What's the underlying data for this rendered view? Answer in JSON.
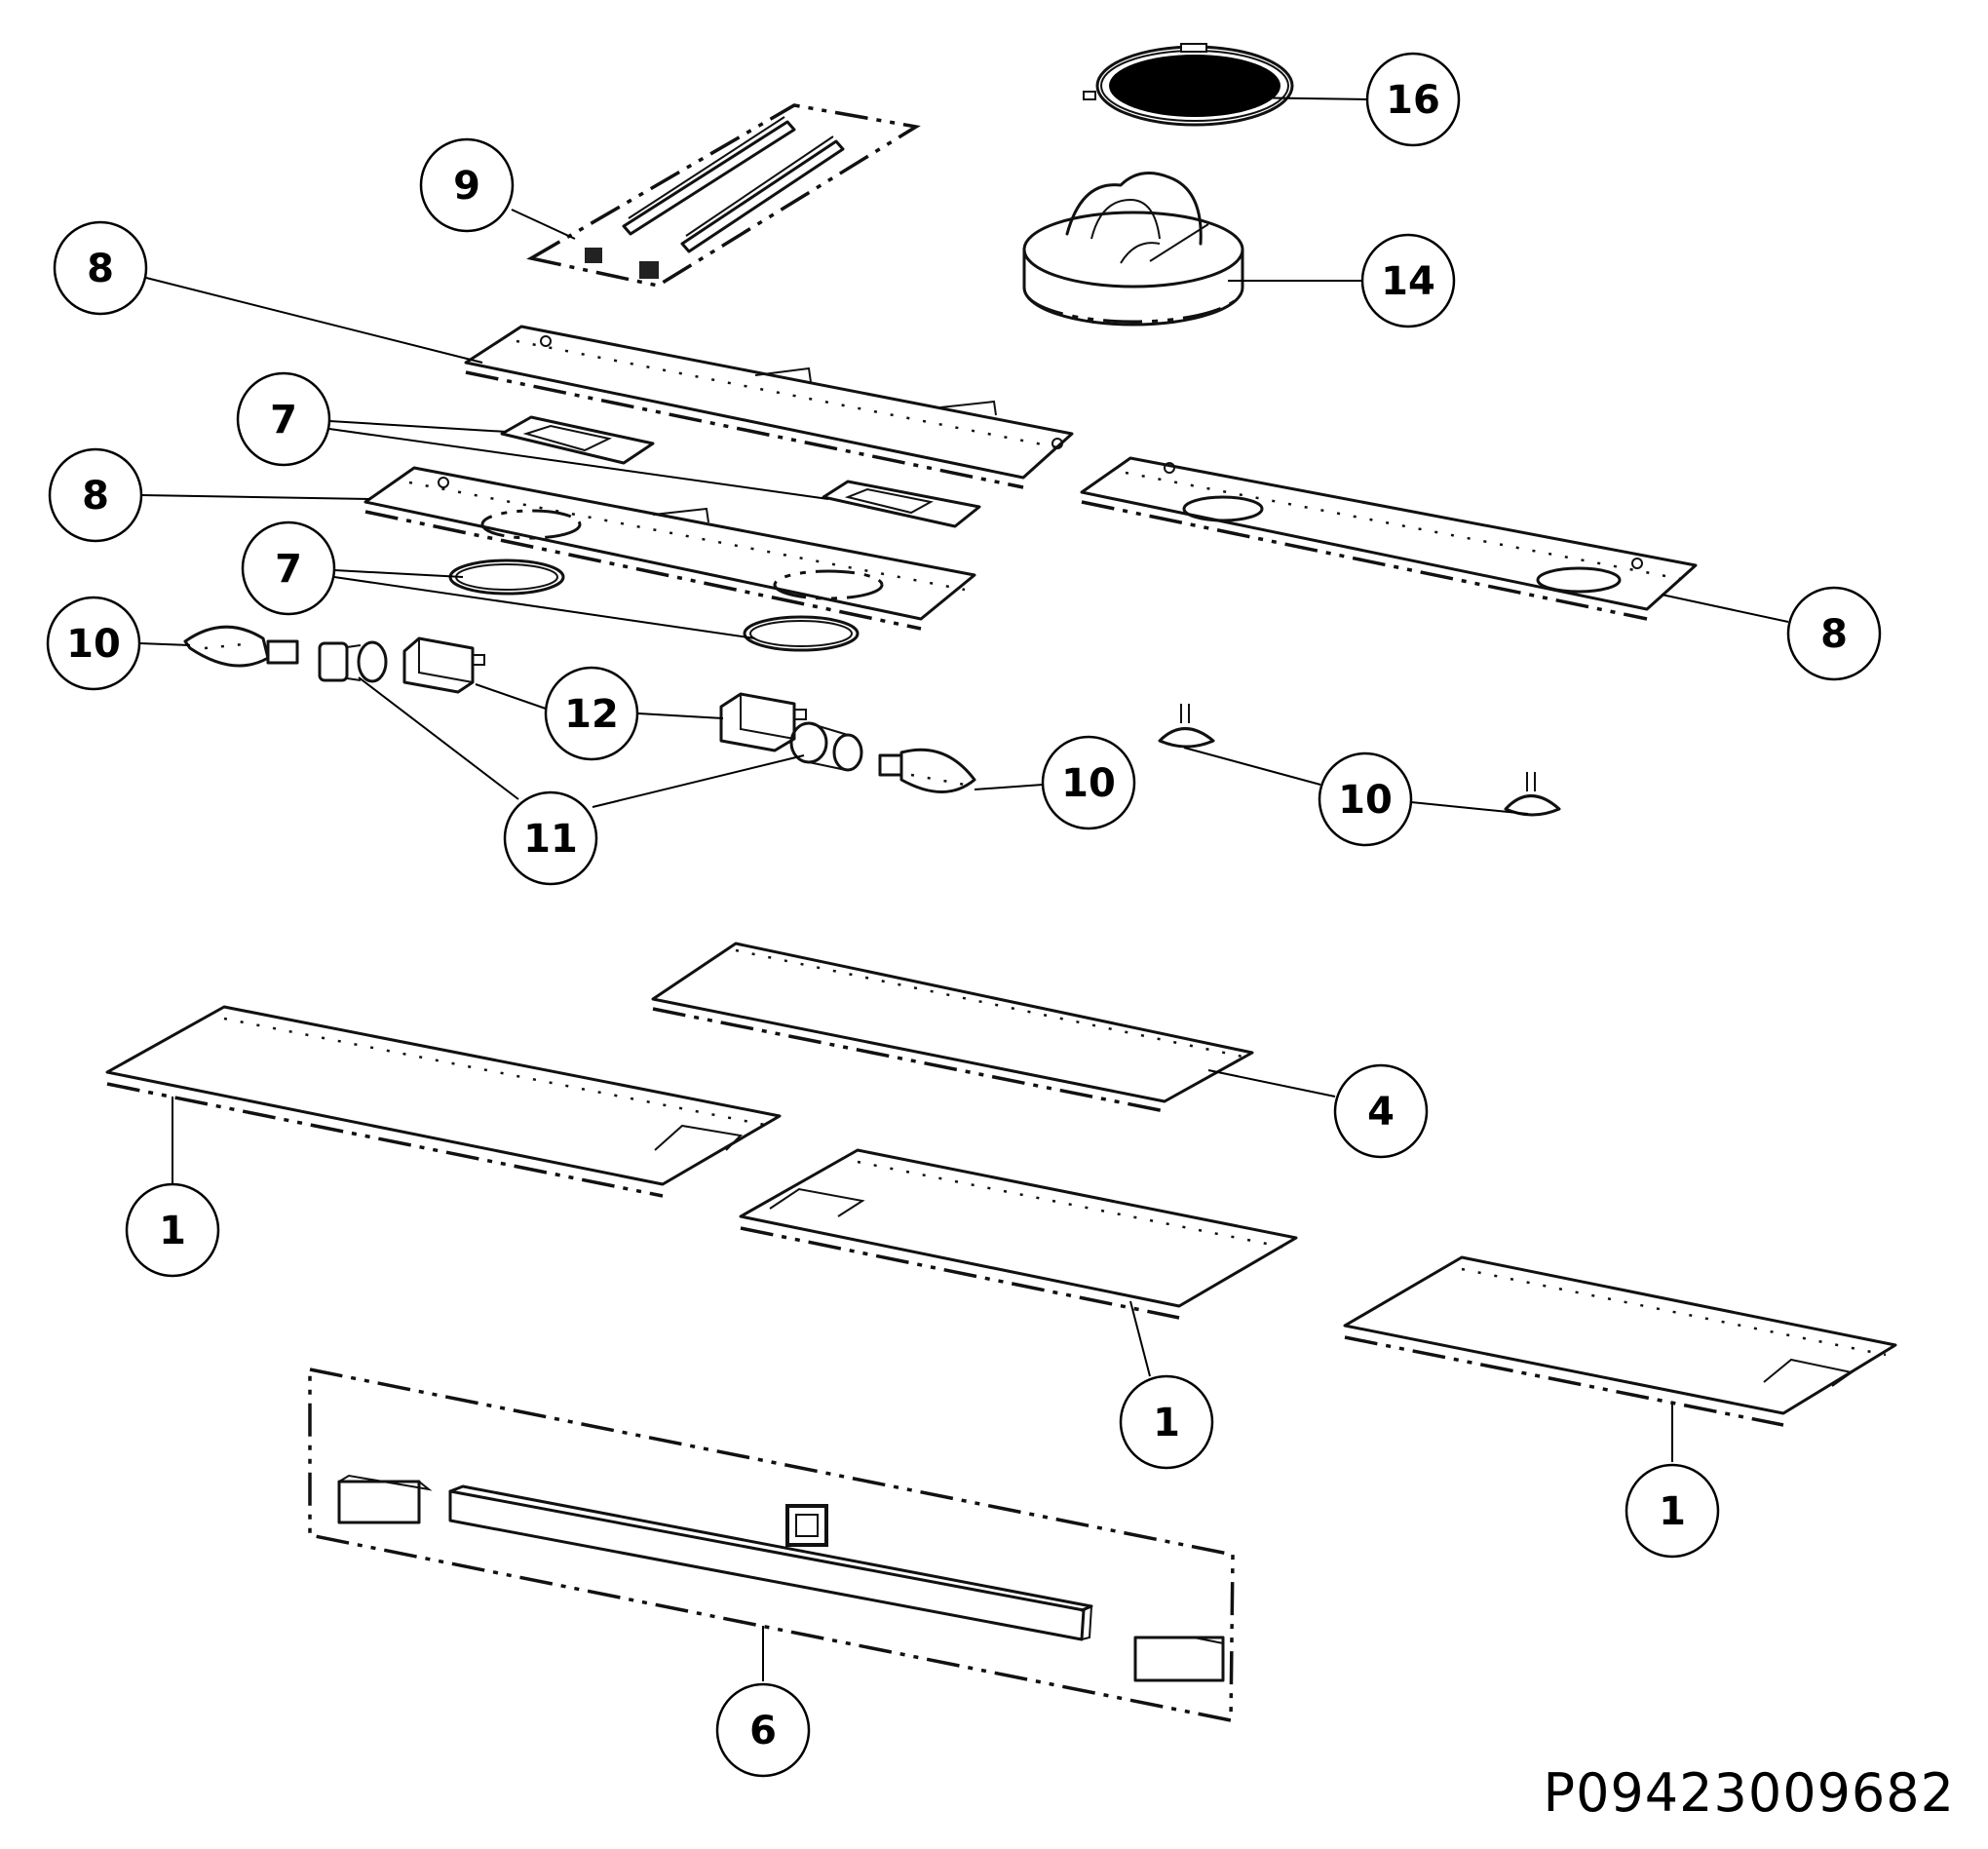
{
  "drawing_code": "P09423009682",
  "callouts": [
    {
      "id": "c16",
      "number": "16"
    },
    {
      "id": "c9",
      "number": "9"
    },
    {
      "id": "c14",
      "number": "14"
    },
    {
      "id": "c8a",
      "number": "8"
    },
    {
      "id": "c7a",
      "number": "7"
    },
    {
      "id": "c8b",
      "number": "8"
    },
    {
      "id": "c7b",
      "number": "7"
    },
    {
      "id": "c8c",
      "number": "8"
    },
    {
      "id": "c10a",
      "number": "10"
    },
    {
      "id": "c12",
      "number": "12"
    },
    {
      "id": "c10b",
      "number": "10"
    },
    {
      "id": "c10c",
      "number": "10"
    },
    {
      "id": "c11",
      "number": "11"
    },
    {
      "id": "c4",
      "number": "4"
    },
    {
      "id": "c1a",
      "number": "1"
    },
    {
      "id": "c1b",
      "number": "1"
    },
    {
      "id": "c1c",
      "number": "1"
    },
    {
      "id": "c6",
      "number": "6"
    }
  ]
}
